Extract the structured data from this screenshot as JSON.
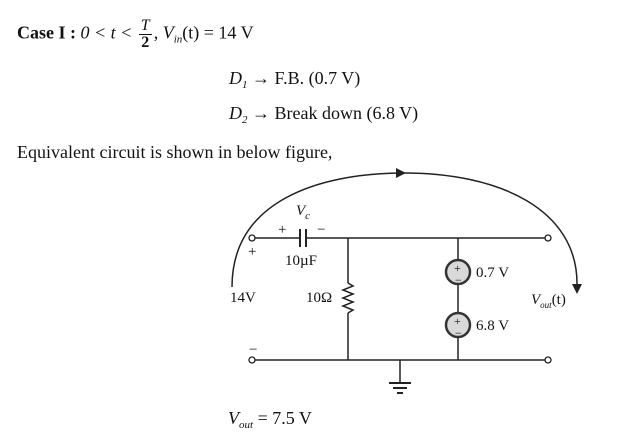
{
  "case_line": {
    "label": "Case I :",
    "condition_left": "0 < t <",
    "frac_num": "T",
    "frac_den": "2",
    "vin_symbol": "V",
    "vin_sub": "in",
    "vin_rest": "(t) = 14 V"
  },
  "d1_line": {
    "symbol": "D",
    "sub": "1",
    "rest": "→ F.B. (0.7 V)"
  },
  "d2_line": {
    "symbol": "D",
    "sub": "2",
    "rest": "→ Break down (6.8 V)"
  },
  "equivalent_text": "Equivalent circuit is shown in below figure,",
  "circuit": {
    "input_plus": "+",
    "input_minus": "−",
    "input_voltage": "14V",
    "cap_plus": "+",
    "cap_minus": "−",
    "cap_voltage_symbol": "V",
    "cap_voltage_sub": "c",
    "capacitance": "10µF",
    "resistance": "10Ω",
    "source1_voltage": "0.7 V",
    "source2_voltage": "6.8 V",
    "source_plus": "+",
    "source_minus": "−",
    "vout_symbol": "V",
    "vout_sub": "out",
    "vout_rest": "(t)",
    "source_fill": "#d9d9d9"
  },
  "result": {
    "symbol": "V",
    "sub": "out",
    "rest": " = 7.5 V"
  }
}
